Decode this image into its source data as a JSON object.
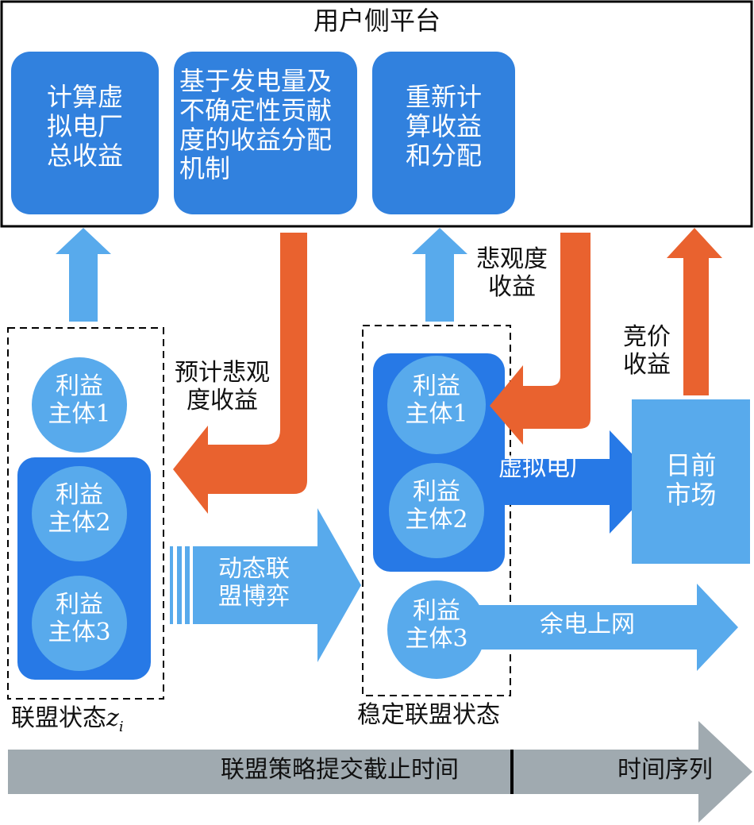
{
  "platform": {
    "title": "用户侧平台",
    "box1": [
      "计算虚",
      "拟电厂",
      "总收益"
    ],
    "box2": [
      "基于发电量及",
      "不确定性贡献",
      "度的收益分配",
      "机制"
    ],
    "box3": [
      "重新计",
      "算收益",
      "和分配"
    ]
  },
  "left_group": {
    "entity1": [
      "利益",
      "主体1"
    ],
    "entity2": [
      "利益",
      "主体2"
    ],
    "entity3": [
      "利益",
      "主体3"
    ],
    "state_label": "联盟状态",
    "state_var": "z",
    "state_sub": "i"
  },
  "right_group": {
    "entity1": [
      "利益",
      "主体1"
    ],
    "entity2": [
      "利益",
      "主体2"
    ],
    "entity3": [
      "利益",
      "主体3"
    ],
    "state_label": "稳定联盟状态"
  },
  "labels": {
    "expected_pessimistic": [
      "预计悲观",
      "度收益"
    ],
    "dynamic_game": [
      "动态联",
      "盟博弈"
    ],
    "pessimistic_income": [
      "悲观度",
      "收益"
    ],
    "bidding_income": [
      "竞价",
      "收益"
    ],
    "vpp": "虚拟电厂",
    "surplus": "余电上网"
  },
  "market": [
    "日前",
    "市场"
  ],
  "timeline": {
    "deadline": "联盟策略提交截止时间",
    "series": "时间序列"
  },
  "colors": {
    "box_blue": "#3181de",
    "light_blue": "#58aaec",
    "deep_blue": "#2779e6",
    "orange": "#e9622f",
    "gray": "#a0aab0"
  }
}
